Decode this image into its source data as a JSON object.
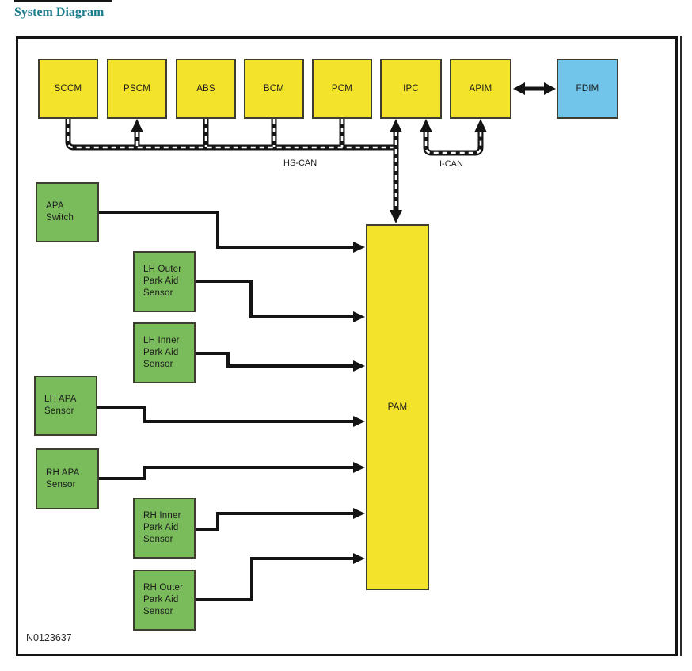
{
  "title": "System Diagram",
  "figure_code": "N0123637",
  "colors": {
    "module_fill": "#F3E32B",
    "media_module_fill": "#72C5EA",
    "sensor_fill": "#7ABC5B",
    "title_color": "#1A7C8B",
    "wire_color": "#141414"
  },
  "modules": [
    {
      "label": "SCCM"
    },
    {
      "label": "PSCM"
    },
    {
      "label": "ABS"
    },
    {
      "label": "BCM"
    },
    {
      "label": "PCM"
    },
    {
      "label": "IPC"
    },
    {
      "label": "APIM"
    },
    {
      "label": "FDIM"
    }
  ],
  "networks": {
    "hs_can": "HS-CAN",
    "i_can": "I-CAN"
  },
  "pam": {
    "label": "PAM"
  },
  "inputs": [
    {
      "label": "APA\nSwitch"
    },
    {
      "label": "LH Outer\nPark Aid\nSensor"
    },
    {
      "label": "LH Inner\nPark Aid\nSensor"
    },
    {
      "label": "LH APA\nSensor"
    },
    {
      "label": "RH APA\nSensor"
    },
    {
      "label": "RH Inner\nPark Aid\nSensor"
    },
    {
      "label": "RH Outer\nPark Aid\nSensor"
    }
  ]
}
